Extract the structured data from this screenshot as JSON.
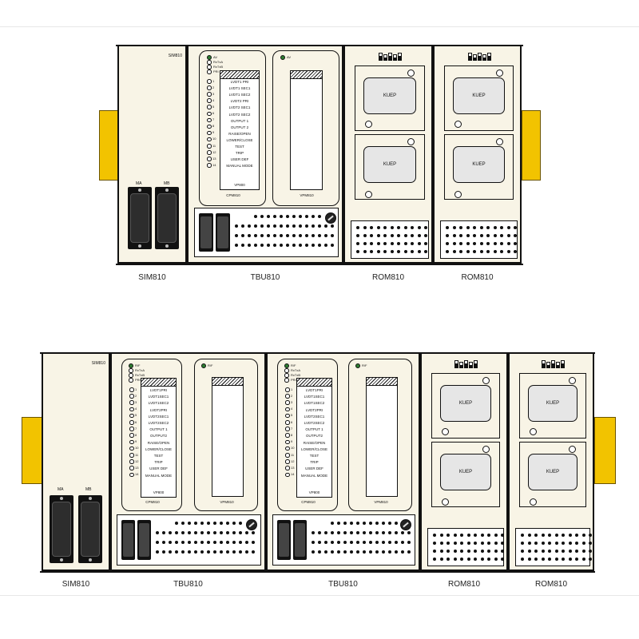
{
  "diagram": {
    "top": {
      "sim_title": "SIM810",
      "sim_connectors": [
        "MA",
        "MB"
      ],
      "labels": [
        "SIM810",
        "TBU810",
        "ROM810",
        "ROM810"
      ],
      "cpu_label": "CPM810",
      "vpm_label": "VPM810",
      "vp_label": "VP800",
      "rom_kuep": "KUEP",
      "status_leds": [
        "AV",
        "RxTxA",
        "RxTxB",
        "PRI"
      ],
      "vpm_led": "AV",
      "signals": [
        "LVDT1 PRI",
        "LVDT1 SEC1",
        "LVDT1 SEC2",
        "LVDT2 PRI",
        "LVDT2 SEC1",
        "LVDT2 SEC2",
        "OUTPUT 1",
        "OUTPUT 2",
        "RAISE/OPEN",
        "LOWER/CLOSE",
        "TEST",
        "TRIP",
        "USER DEF",
        "MANUAL MODE"
      ],
      "led_numbers": [
        "1",
        "2",
        "3",
        "4",
        "5",
        "6",
        "7",
        "8",
        "9",
        "10",
        "11",
        "12",
        "13",
        "14"
      ]
    },
    "bottom": {
      "sim_title": "SIM810",
      "sim_connectors": [
        "MA",
        "MB"
      ],
      "labels": [
        "SIM810",
        "TBU810",
        "TBU810",
        "ROM810",
        "ROM810"
      ],
      "cpu_label": "CPM810",
      "vpm_label": "VPM810",
      "vp_label": "VP800",
      "rom_kuep": "KUEP",
      "status_leds": [
        "R/F",
        "RxTxA",
        "RxTxB",
        "PRI"
      ],
      "vpm_led": "R/F",
      "signals": [
        "LVDT1PRI",
        "LVDT1SEC1",
        "LVDT1SEC2",
        "LVDT2PRI",
        "LVDT2SEC1",
        "LVDT2SEC2",
        "OUTPUT 1",
        "OUTPUT2",
        "RAISE/OPEN",
        "LOWER/CLOSE",
        "TEST",
        "TRIP",
        "USER DEF",
        "MANUAL MODE"
      ],
      "led_numbers": [
        "1",
        "2",
        "3",
        "4",
        "5",
        "6",
        "7",
        "8",
        "9",
        "10",
        "11",
        "12",
        "13",
        "14"
      ]
    }
  },
  "colors": {
    "clip": "#f2c300",
    "module": "#f8f4e6",
    "led": "#2e7d32",
    "kuep": "#e6e6e6"
  }
}
